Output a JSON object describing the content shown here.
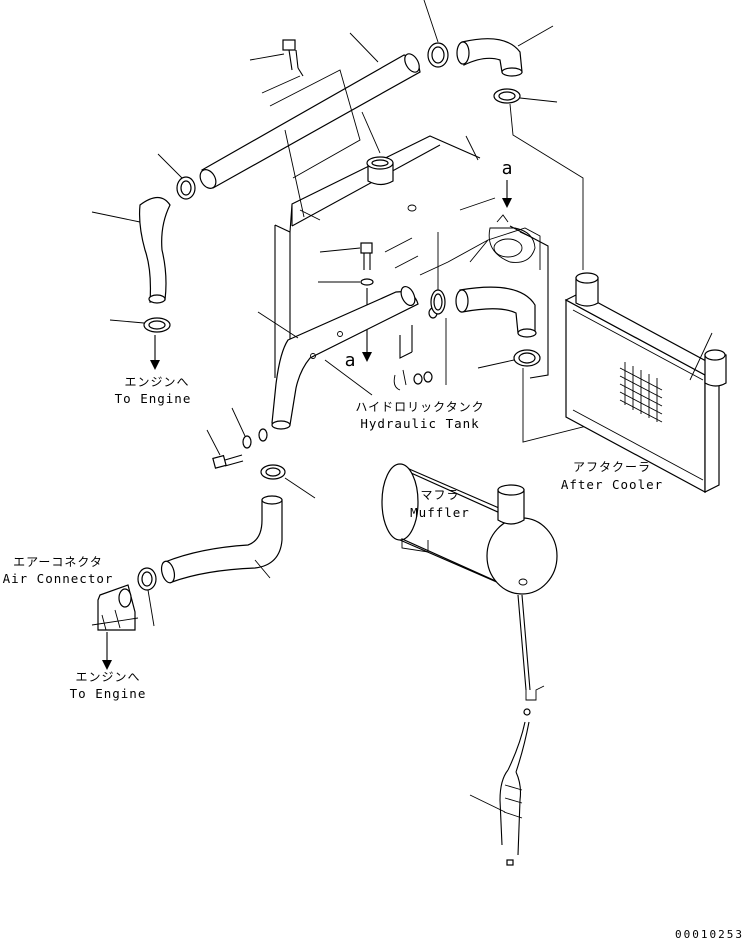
{
  "labels": {
    "engine_1_jp": "エンジンへ",
    "engine_1_en": "To Engine",
    "engine_2_jp": "エンジンへ",
    "engine_2_en": "To Engine",
    "hydraulic_jp": "ハイドロリックタンク",
    "hydraulic_en": "Hydraulic Tank",
    "aftercooler_jp": "アフタクーラ",
    "aftercooler_en": "After Cooler",
    "muffler_jp": "マフラ",
    "muffler_en": "Muffler",
    "airconn_jp": "エアーコネクタ",
    "airconn_en": "Air Connector",
    "ref_a_top": "a",
    "ref_a_mid": "a",
    "drawing_no": "00010253"
  }
}
